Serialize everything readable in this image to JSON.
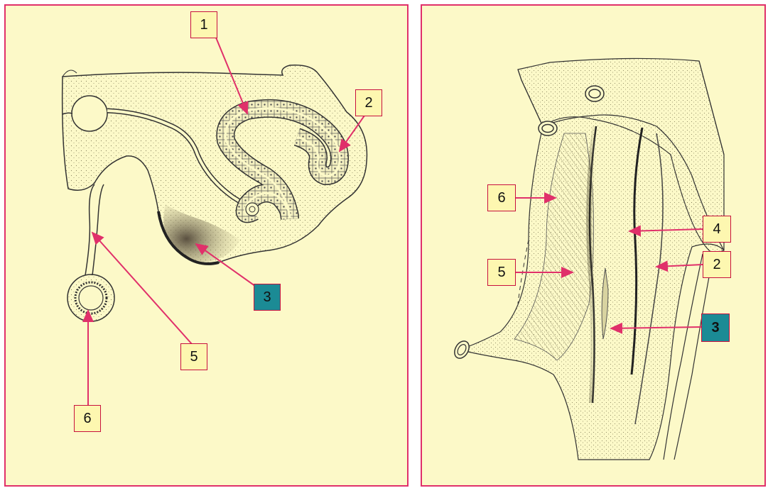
{
  "left_panel": {
    "labels": {
      "l1": "1",
      "l2": "2",
      "l3": "3",
      "l5": "5",
      "l6": "6"
    }
  },
  "right_panel": {
    "labels": {
      "r6": "6",
      "r5": "5",
      "r4": "4",
      "r2": "2",
      "r3": "3"
    }
  },
  "colors": {
    "panel_background": "#fcf9c8",
    "panel_border": "#e0306a",
    "arrow": "#e0306a",
    "label_box": "#fdf7b0",
    "label_highlight": "#1b8b95"
  }
}
